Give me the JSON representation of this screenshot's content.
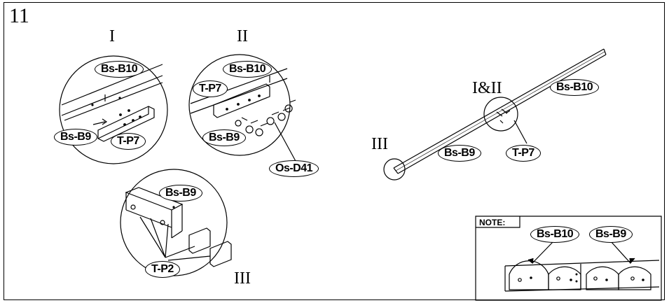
{
  "step_number": "11",
  "views": {
    "view1_title": "I",
    "view2_title": "II",
    "view3_title": "III",
    "overview_detail1": "I&II",
    "overview_detail2": "III"
  },
  "parts": {
    "bs_b10": "Bs-B10",
    "bs_b9": "Bs-B9",
    "t_p7": "T-P7",
    "os_d41": "Os-D41",
    "t_p2": "T-P2"
  },
  "note": {
    "title": "NOTE:",
    "left_label": "Bs-B10",
    "right_label": "Bs-B9"
  }
}
